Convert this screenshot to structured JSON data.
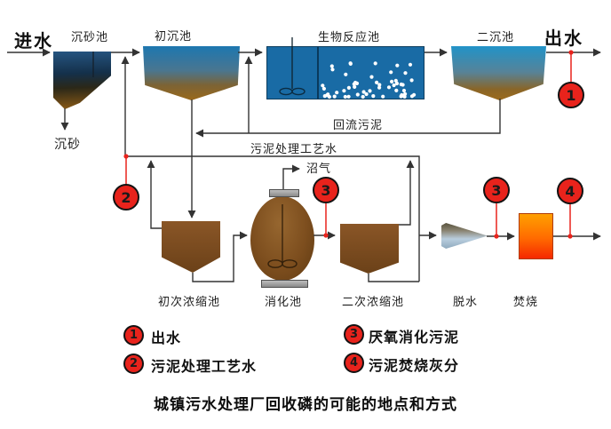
{
  "title": "城镇污水处理厂回收磷的可能的地点和方式",
  "nodes": {
    "influent": "进水",
    "grit_chamber": "沉砂池",
    "grit": "沉砂",
    "primary_tank": "初沉池",
    "bio_reactor": "生物反应池",
    "secondary_tank": "二沉池",
    "effluent": "出水",
    "return_sludge": "回流污泥",
    "process_water": "污泥处理工艺水",
    "biogas": "沼气",
    "primary_thickener": "初次浓缩池",
    "digester": "消化池",
    "secondary_thickener": "二次浓缩池",
    "dewatering": "脱水",
    "incineration": "焚烧"
  },
  "markers": {
    "m1": "1",
    "m2": "2",
    "m3a": "3",
    "m3b": "3",
    "m4": "4"
  },
  "legend": [
    {
      "num": "1",
      "label": "出水"
    },
    {
      "num": "2",
      "label": "污泥处理工艺水"
    },
    {
      "num": "3",
      "label": "厌氧消化污泥"
    },
    {
      "num": "4",
      "label": "污泥焚烧灰分"
    }
  ],
  "colors": {
    "marker_red": "#e8231c",
    "line": "#333333"
  }
}
